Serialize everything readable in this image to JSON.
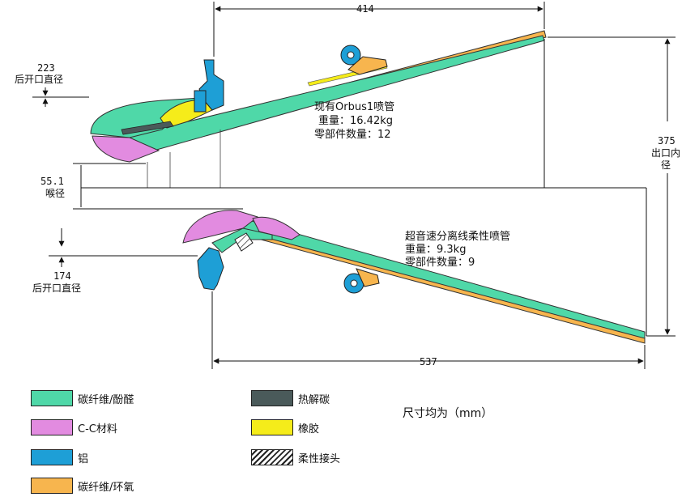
{
  "dimensions": {
    "top_length": "414",
    "bottom_length": "537",
    "exit_diameter_value": "375",
    "exit_diameter_label_1": "出口内",
    "exit_diameter_label_2": "径",
    "rear_opening_top_value": "223",
    "rear_opening_top_label": "后开口直径",
    "throat_value": "55.1",
    "throat_label": "喉径",
    "rear_opening_bottom_value": "174",
    "rear_opening_bottom_label": "后开口直径"
  },
  "nozzles": {
    "current": {
      "name": "现有Orbus1喷管",
      "weight": "重量：16.42kg",
      "parts": "零部件数量：12"
    },
    "flexible": {
      "name": "超音速分离线柔性喷管",
      "weight": "重量：9.3kg",
      "parts": "零部件数量：9"
    }
  },
  "legend": [
    {
      "label": "碳纤维/酚醛",
      "color": "#4fd8a8",
      "icon": "carbon-phenolic-swatch"
    },
    {
      "label": "C-C材料",
      "color": "#e28be0",
      "icon": "cc-material-swatch"
    },
    {
      "label": "铝",
      "color": "#1e9fd6",
      "icon": "aluminum-swatch"
    },
    {
      "label": "碳纤维/环氧",
      "color": "#f7b54e",
      "icon": "carbon-epoxy-swatch"
    },
    {
      "label": "热解碳",
      "color": "#4a5a5a",
      "icon": "pyrolytic-carbon-swatch"
    },
    {
      "label": "橡胶",
      "color": "#f5ec1a",
      "icon": "rubber-swatch"
    },
    {
      "label": "柔性接头",
      "color": "hatch",
      "icon": "flex-joint-swatch"
    }
  ],
  "units_note": "尺寸均为（mm）"
}
